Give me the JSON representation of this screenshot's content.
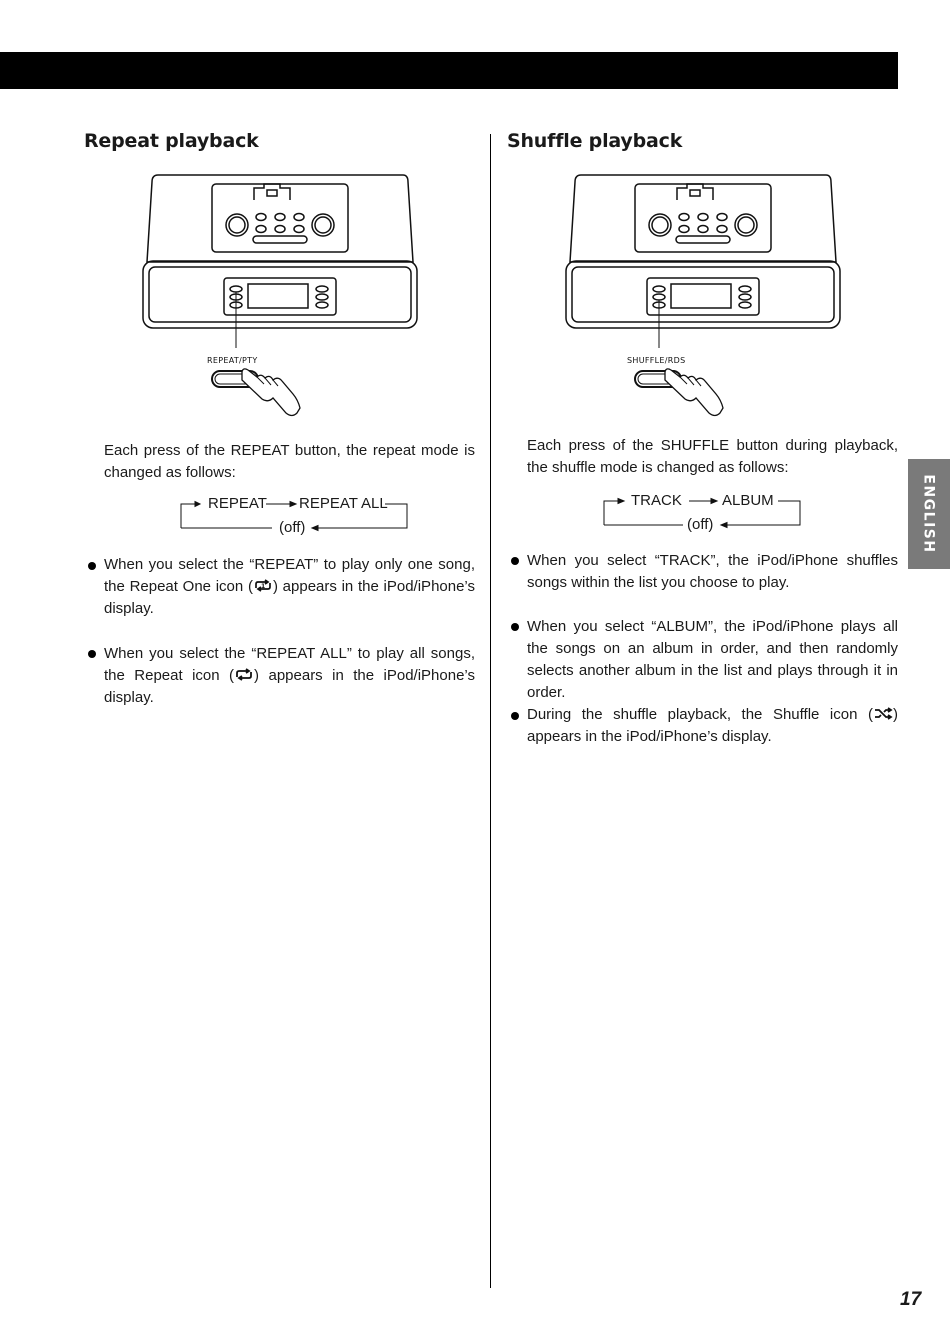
{
  "side_tab": "ENGLISH",
  "page_number": "17",
  "repeat": {
    "title": "Repeat playback",
    "button_label": "REPEAT/PTY",
    "intro": "Each press of the REPEAT button, the repeat mode is changed as follows:",
    "flow": [
      "REPEAT",
      "REPEAT ALL",
      "(off)"
    ],
    "bullets": [
      {
        "before": "When you select the “REPEAT” to play only one song, the Repeat One icon (",
        "icon": "repeat-one-icon",
        "after": ") appears in the iPod/iPhone’s display."
      },
      {
        "before": "When you select the “REPEAT ALL”  to play all songs, the Repeat icon (",
        "icon": "repeat-icon",
        "after": ") appears in the iPod/iPhone’s display."
      }
    ]
  },
  "shuffle": {
    "title": "Shuffle playback",
    "button_label": "SHUFFLE/RDS",
    "intro": "Each press of the SHUFFLE button during playback, the shuffle mode is changed as follows:",
    "flow": [
      "TRACK",
      "ALBUM",
      "(off)"
    ],
    "bullets": [
      {
        "before": "When you select “TRACK”, the iPod/iPhone shuffles songs within the list you choose to play.",
        "icon": "",
        "after": ""
      },
      {
        "before": "When you select “ALBUM”, the iPod/iPhone plays all the songs on an album in order, and then randomly selects another album in the list and plays through it in order.",
        "icon": "",
        "after": ""
      },
      {
        "before": "During the shuffle playback, the Shuffle icon (",
        "icon": "shuffle-icon",
        "after": ") appears in the iPod/iPhone’s display."
      }
    ]
  }
}
